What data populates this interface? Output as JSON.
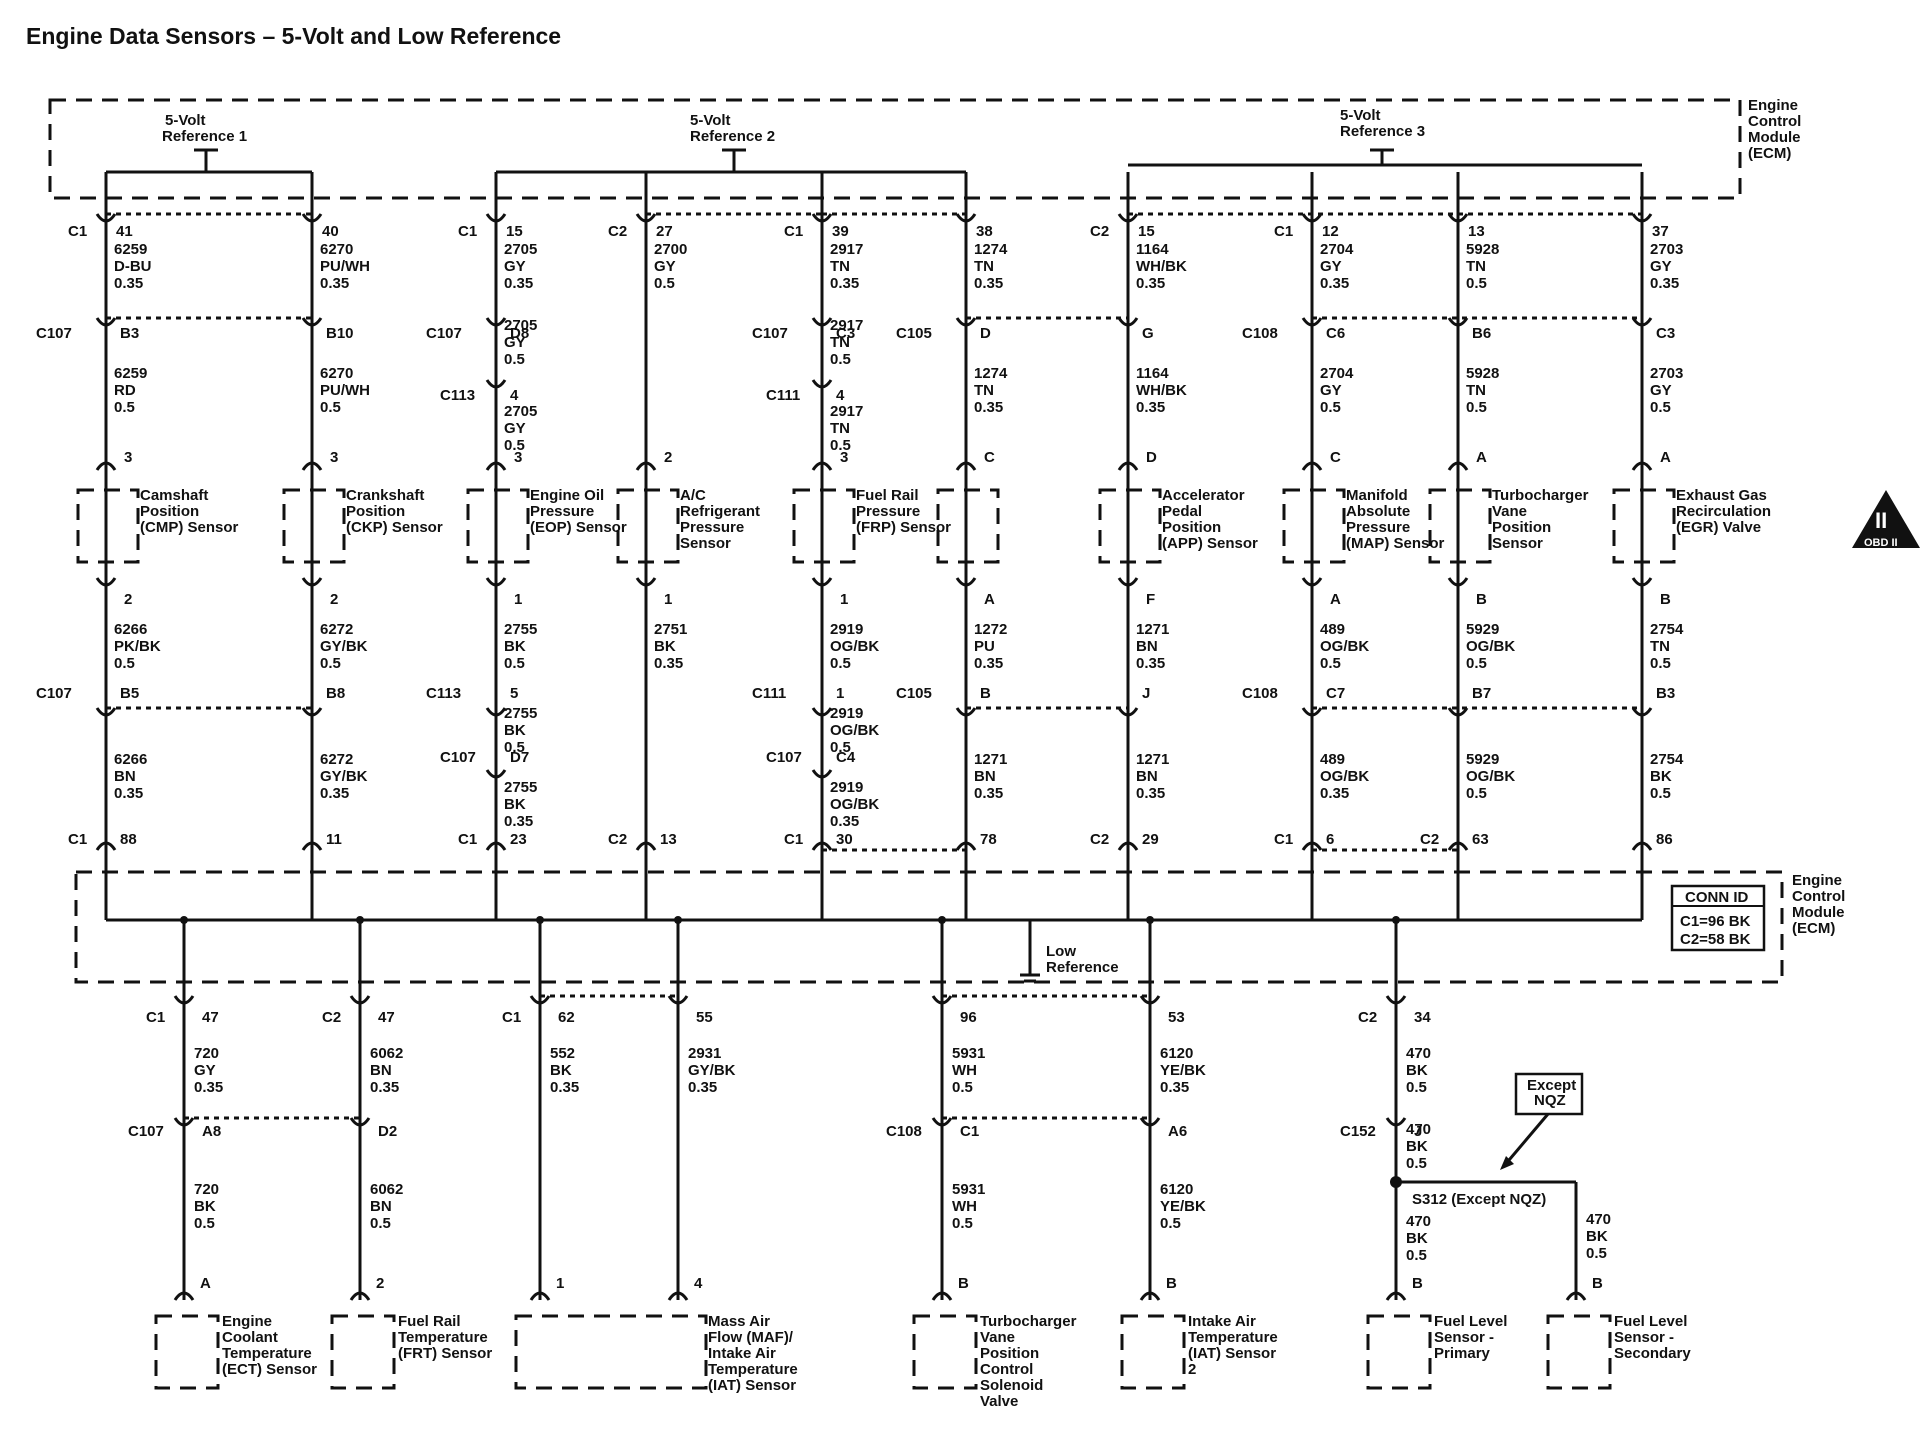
{
  "title": "Engine Data Sensors – 5-Volt and Low Reference",
  "ecm_label": "Engine Control Module (ECM)",
  "low_reference_label": "Low Reference",
  "conn_id": {
    "heading": "CONN ID",
    "c1": "C1=96 BK",
    "c2": "C2=58 BK"
  },
  "except_nqz_label": "Except NQZ",
  "splice_label": "S312 (Except NQZ)",
  "obd_label": "OBD II",
  "references": [
    "5-Volt Reference 1",
    "5-Volt Reference 2",
    "5-Volt Reference 3"
  ],
  "upper_circuits": [
    {
      "id": "cmp",
      "conn": "C1",
      "pin": "41",
      "seg1": [
        "6259",
        "D-BU",
        "0.35"
      ],
      "inline": "C107",
      "inline_pin": "B3",
      "seg2": [
        "6259",
        "RD",
        "0.5"
      ],
      "sensor_pin_top": "3",
      "sensor": "Camshaft Position (CMP) Sensor",
      "sensor_pin_bot": "2",
      "seg3": [
        "6266",
        "PK/BK",
        "0.5"
      ],
      "inline2": "C107",
      "inline2_pin": "B5",
      "seg4": [
        "6266",
        "BN",
        "0.35"
      ],
      "ecm_conn": "C1",
      "ecm_pin": "88"
    },
    {
      "id": "ckp",
      "conn": "",
      "pin": "40",
      "seg1": [
        "6270",
        "PU/WH",
        "0.35"
      ],
      "inline": "",
      "inline_pin": "B10",
      "seg2": [
        "6270",
        "PU/WH",
        "0.5"
      ],
      "sensor_pin_top": "3",
      "sensor": "Crankshaft Position (CKP) Sensor",
      "sensor_pin_bot": "2",
      "seg3": [
        "6272",
        "GY/BK",
        "0.5"
      ],
      "inline2": "",
      "inline2_pin": "B8",
      "seg4": [
        "6272",
        "GY/BK",
        "0.35"
      ],
      "ecm_conn": "",
      "ecm_pin": "11"
    },
    {
      "id": "eop",
      "conn": "C1",
      "pin": "15",
      "seg1": [
        "2705",
        "GY",
        "0.35"
      ],
      "inline": "C107",
      "inline_pin": "D8",
      "seg2": [
        "2705",
        "GY",
        "0.5"
      ],
      "inline_b": "C113",
      "inline_b_pin": "4",
      "seg2b": [
        "2705",
        "GY",
        "0.5"
      ],
      "sensor_pin_top": "3",
      "sensor": "Engine Oil Pressure (EOP) Sensor",
      "sensor_pin_bot": "1",
      "seg3": [
        "2755",
        "BK",
        "0.5"
      ],
      "inline2": "C113",
      "inline2_pin": "5",
      "seg4": [
        "2755",
        "BK",
        "0.5"
      ],
      "inline2b": "C107",
      "inline2b_pin": "D7",
      "seg4b": [
        "2755",
        "BK",
        "0.35"
      ],
      "ecm_conn": "C1",
      "ecm_pin": "23"
    },
    {
      "id": "ac",
      "conn": "C2",
      "pin": "27",
      "seg1": [
        "2700",
        "GY",
        "0.5"
      ],
      "sensor_pin_top": "2",
      "sensor": "A/C Refrigerant Pressure Sensor",
      "sensor_pin_bot": "1",
      "seg3": [
        "2751",
        "BK",
        "0.35"
      ],
      "ecm_conn": "C2",
      "ecm_pin": "13"
    },
    {
      "id": "frp",
      "conn": "C1",
      "pin": "39",
      "seg1": [
        "2917",
        "TN",
        "0.35"
      ],
      "inline": "C107",
      "inline_pin": "C3",
      "seg2": [
        "2917",
        "TN",
        "0.5"
      ],
      "inline_b": "C111",
      "inline_b_pin": "4",
      "seg2b": [
        "2917",
        "TN",
        "0.5"
      ],
      "sensor_pin_top": "3",
      "sensor": "Fuel Rail Pressure (FRP) Sensor",
      "sensor_pin_bot": "1",
      "seg3": [
        "2919",
        "OG/BK",
        "0.5"
      ],
      "inline2": "C111",
      "inline2_pin": "1",
      "seg4": [
        "2919",
        "OG/BK",
        "0.5"
      ],
      "inline2b": "C107",
      "inline2b_pin": "C4",
      "seg4b": [
        "2919",
        "OG/BK",
        "0.35"
      ],
      "ecm_conn": "C1",
      "ecm_pin": "30"
    },
    {
      "id": "frp2",
      "conn": "",
      "pin": "38",
      "seg1": [
        "1274",
        "TN",
        "0.35"
      ],
      "inline": "C105",
      "inline_pin": "D",
      "seg2": [
        "1274",
        "TN",
        "0.35"
      ],
      "sensor_pin_top": "C",
      "sensor_pin_bot": "A",
      "seg3": [
        "1272",
        "PU",
        "0.35"
      ],
      "inline2": "C105",
      "inline2_pin": "B",
      "seg4": [
        "1271",
        "BN",
        "0.35"
      ],
      "ecm_pin": "78"
    },
    {
      "id": "app",
      "conn": "C2",
      "pin": "15",
      "seg1": [
        "1164",
        "WH/BK",
        "0.35"
      ],
      "inline_pin": "G",
      "seg2": [
        "1164",
        "WH/BK",
        "0.35"
      ],
      "sensor_pin_top": "D",
      "sensor": "Accelerator Pedal Position (APP) Sensor",
      "sensor_pin_bot": "F",
      "seg3": [
        "1271",
        "BN",
        "0.35"
      ],
      "inline2_pin": "J",
      "seg4": [
        "1271",
        "BN",
        "0.35"
      ],
      "ecm_conn": "C2",
      "ecm_pin": "29"
    },
    {
      "id": "map",
      "conn": "C1",
      "pin": "12",
      "seg1": [
        "2704",
        "GY",
        "0.35"
      ],
      "inline": "C108",
      "inline_pin": "C6",
      "seg2": [
        "2704",
        "GY",
        "0.5"
      ],
      "sensor_pin_top": "C",
      "sensor": "Manifold Absolute Pressure (MAP) Sensor",
      "sensor_pin_bot": "A",
      "seg3": [
        "489",
        "OG/BK",
        "0.5"
      ],
      "inline2": "C108",
      "inline2_pin": "C7",
      "seg4": [
        "489",
        "OG/BK",
        "0.35"
      ],
      "ecm_conn": "C1",
      "ecm_pin": "6"
    },
    {
      "id": "tvp",
      "pin": "13",
      "seg1": [
        "5928",
        "TN",
        "0.5"
      ],
      "inline_pin": "B6",
      "seg2": [
        "5928",
        "TN",
        "0.5"
      ],
      "sensor_pin_top": "A",
      "sensor": "Turbocharger Vane Position Sensor",
      "sensor_pin_bot": "B",
      "seg3": [
        "5929",
        "OG/BK",
        "0.5"
      ],
      "inline2_pin": "B7",
      "seg4": [
        "5929",
        "OG/BK",
        "0.5"
      ],
      "ecm_conn": "C2",
      "ecm_pin": "63"
    },
    {
      "id": "egr",
      "pin": "37",
      "seg1": [
        "2703",
        "GY",
        "0.35"
      ],
      "inline_pin": "C3",
      "seg2": [
        "2703",
        "GY",
        "0.5"
      ],
      "sensor_pin_top": "A",
      "sensor": "Exhaust Gas Recirculation (EGR) Valve",
      "sensor_pin_bot": "B",
      "seg3": [
        "2754",
        "TN",
        "0.5"
      ],
      "inline2_pin": "B3",
      "seg4": [
        "2754",
        "BK",
        "0.5"
      ],
      "ecm_pin": "86"
    }
  ],
  "lower_circuits": [
    {
      "id": "ect",
      "conn": "C1",
      "pin": "47",
      "seg1": [
        "720",
        "GY",
        "0.35"
      ],
      "inline": "C107",
      "inline_pin": "A8",
      "seg2": [
        "720",
        "BK",
        "0.5"
      ],
      "sensor_pin": "A",
      "sensor": "Engine Coolant Temperature (ECT) Sensor"
    },
    {
      "id": "frt",
      "conn": "C2",
      "pin": "47",
      "seg1": [
        "6062",
        "BN",
        "0.35"
      ],
      "inline_pin": "D2",
      "seg2": [
        "6062",
        "BN",
        "0.5"
      ],
      "sensor_pin": "2",
      "sensor": "Fuel Rail Temperature (FRT) Sensor"
    },
    {
      "id": "maf1",
      "conn": "C1",
      "pin": "62",
      "seg1": [
        "552",
        "BK",
        "0.35"
      ],
      "sensor_pin": "1"
    },
    {
      "id": "maf2",
      "pin": "55",
      "seg1": [
        "2931",
        "GY/BK",
        "0.35"
      ],
      "sensor_pin": "4",
      "sensor": "Mass Air Flow (MAF)/ Intake Air Temperature (IAT) Sensor"
    },
    {
      "id": "tvc",
      "pin": "96",
      "seg1": [
        "5931",
        "WH",
        "0.5"
      ],
      "inline": "C108",
      "inline_pin": "C1",
      "seg2": [
        "5931",
        "WH",
        "0.5"
      ],
      "sensor_pin": "B",
      "sensor": "Turbocharger Vane Position Control Solenoid Valve"
    },
    {
      "id": "iat2",
      "pin": "53",
      "seg1": [
        "6120",
        "YE/BK",
        "0.35"
      ],
      "inline_pin": "A6",
      "seg2": [
        "6120",
        "YE/BK",
        "0.5"
      ],
      "sensor_pin": "B",
      "sensor": "Intake Air Temperature (IAT) Sensor 2"
    },
    {
      "id": "fl",
      "conn": "C2",
      "pin": "34",
      "seg1": [
        "470",
        "BK",
        "0.5"
      ],
      "inline": "C152",
      "inline_pin": "J",
      "seg2": [
        "470",
        "BK",
        "0.5"
      ],
      "seg3": [
        "470",
        "BK",
        "0.5"
      ],
      "sensor_pin": "B",
      "sensor": "Fuel Level Sensor - Primary"
    },
    {
      "id": "fl2",
      "seg1": [
        "470",
        "BK",
        "0.5"
      ],
      "sensor_pin": "B",
      "sensor": "Fuel Level Sensor - Secondary"
    }
  ]
}
